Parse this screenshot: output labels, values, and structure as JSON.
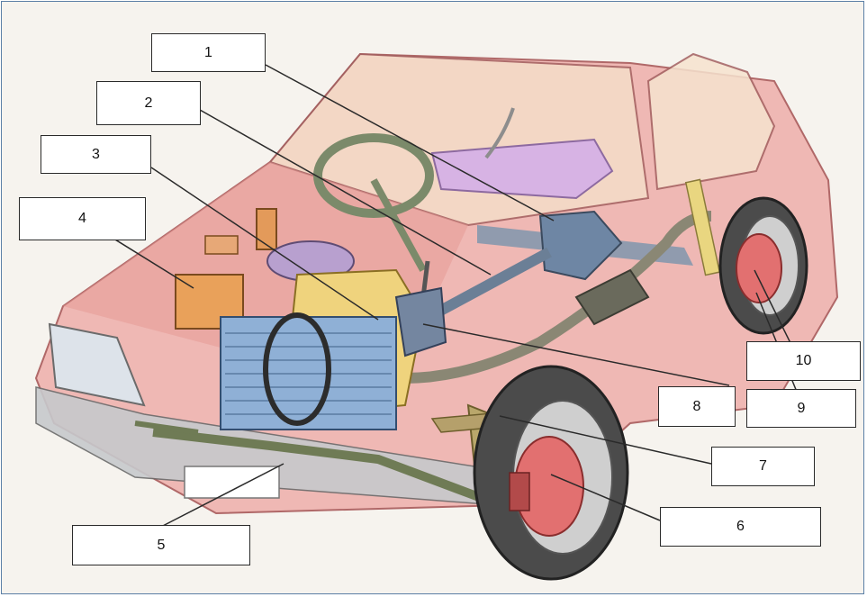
{
  "labels": {
    "l1": "1",
    "l2": "2",
    "l3": "3",
    "l4": "4",
    "l5": "5",
    "l6": "6",
    "l7": "7",
    "l8": "8",
    "l9": "9",
    "l10": "10"
  },
  "colors": {
    "frame_border": "#5b7fa6",
    "car_body": "#e89a9a",
    "engine_block": "#7fa0c9",
    "battery": "#e8944a",
    "tank": "#c9a8e0",
    "brake_disc": "#e06a6a",
    "tire": "#4a4a4a",
    "leader_line": "#2a2a2a"
  }
}
